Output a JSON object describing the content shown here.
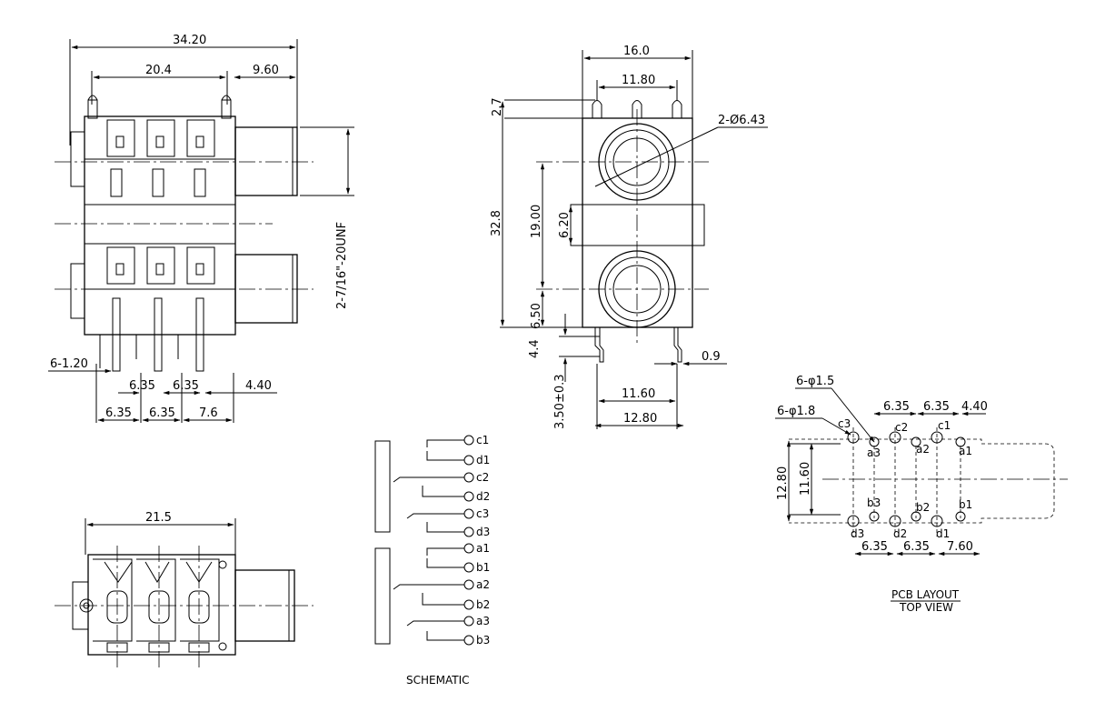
{
  "side_view": {
    "dims": {
      "overall_width": "34.20",
      "pin_span": "20.4",
      "barrel_length": "9.60",
      "thread": "2-7/16\"-20UNF",
      "pin_dia": "6-1.20",
      "pitch_a": "6.35",
      "pitch_b": "6.35",
      "offset": "4.40",
      "bottom_a": "6.35",
      "bottom_b": "6.35",
      "bottom_c": "7.6"
    }
  },
  "front_view": {
    "dims": {
      "width": "16.0",
      "pin_span": "11.80",
      "hole": "2-Ø6.43",
      "pin_height": "2.7",
      "height": "32.8",
      "jack_pitch": "19.00",
      "gap": "6.20",
      "lower": "6.50",
      "lead": "4.4",
      "lead_tol": "3.50±0.3",
      "tab_width": "0.9",
      "base_a": "11.60",
      "base_b": "12.80"
    }
  },
  "top_view": {
    "dims": {
      "width": "21.5"
    }
  },
  "schematic": {
    "title": "SCHEMATIC",
    "pins": [
      "c1",
      "d1",
      "c2",
      "d2",
      "c3",
      "d3",
      "a1",
      "b1",
      "a2",
      "b2",
      "a3",
      "b3"
    ]
  },
  "pcb": {
    "title_line1": "PCB LAYOUT",
    "title_line2": "TOP VIEW",
    "hole_small": "6-φ1.5",
    "hole_large": "6-φ1.8",
    "pitch_1": "6.35",
    "pitch_2": "6.35",
    "end": "4.40",
    "height_outer": "12.80",
    "height_inner": "11.60",
    "bottom_1": "6.35",
    "bottom_2": "6.35",
    "bottom_3": "7.60",
    "top_labels": [
      "c3",
      "c2",
      "c1",
      "a3",
      "a2",
      "a1"
    ],
    "bottom_labels": [
      "b3",
      "b2",
      "b1",
      "d3",
      "d2",
      "d1"
    ]
  }
}
